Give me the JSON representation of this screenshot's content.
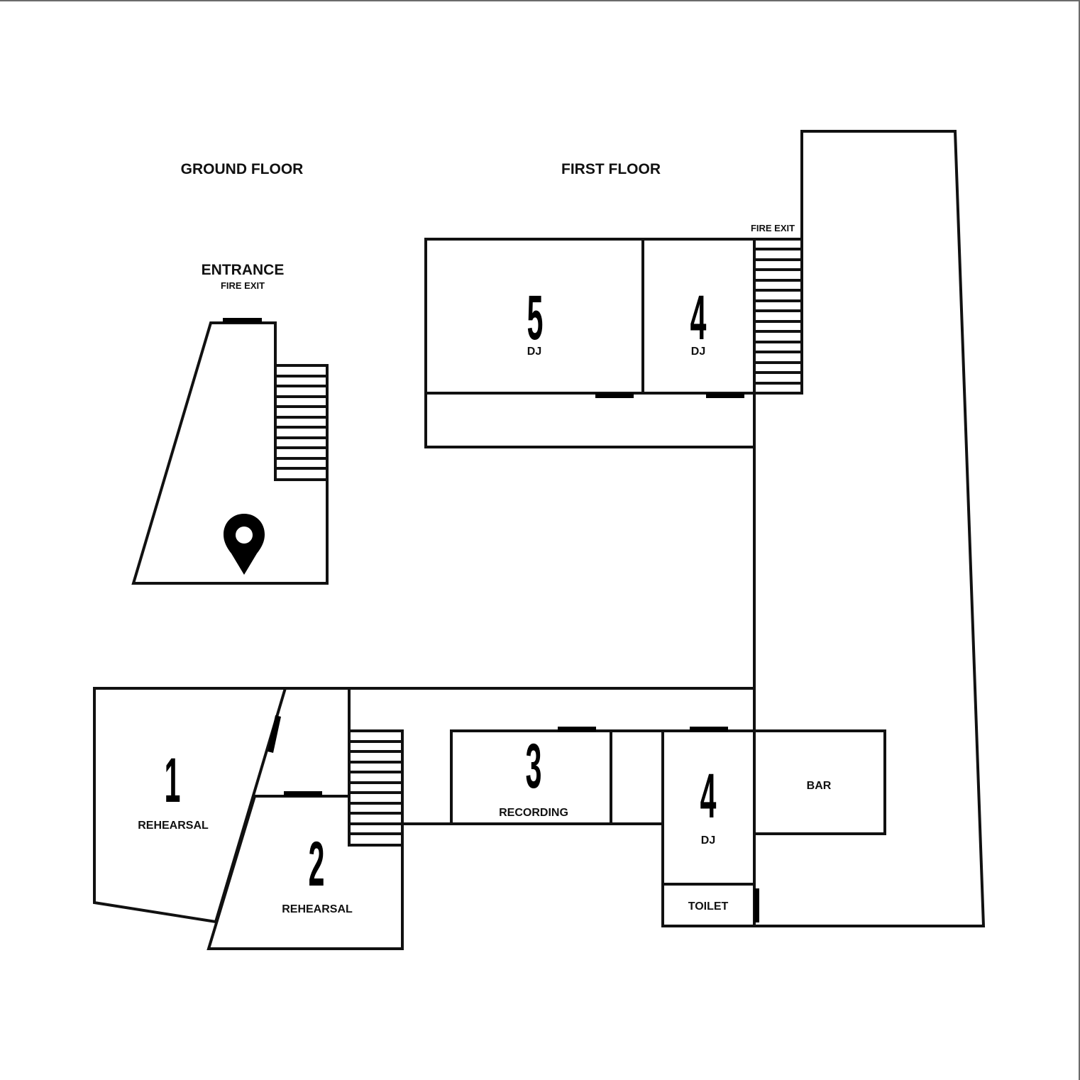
{
  "titles": {
    "ground_floor": "GROUND FLOOR",
    "first_floor": "FIRST FLOOR"
  },
  "entrance": {
    "label": "ENTRANCE",
    "sublabel": "FIRE EXIT",
    "marker_icon": "map-pin-icon"
  },
  "first_floor_fire_exit": "FIRE EXIT",
  "rooms": {
    "room5": {
      "number": "5",
      "name": "DJ"
    },
    "room4_upper": {
      "number": "4",
      "name": "DJ"
    },
    "room1": {
      "number": "1",
      "name": "REHEARSAL"
    },
    "room2": {
      "number": "2",
      "name": "REHEARSAL"
    },
    "room3": {
      "number": "3",
      "name": "RECORDING"
    },
    "room4_lower": {
      "number": "4",
      "name": "DJ"
    },
    "bar": {
      "name": "BAR"
    },
    "toilet": {
      "name": "TOILET"
    }
  },
  "colors": {
    "line": "#111111",
    "background": "#ffffff"
  }
}
